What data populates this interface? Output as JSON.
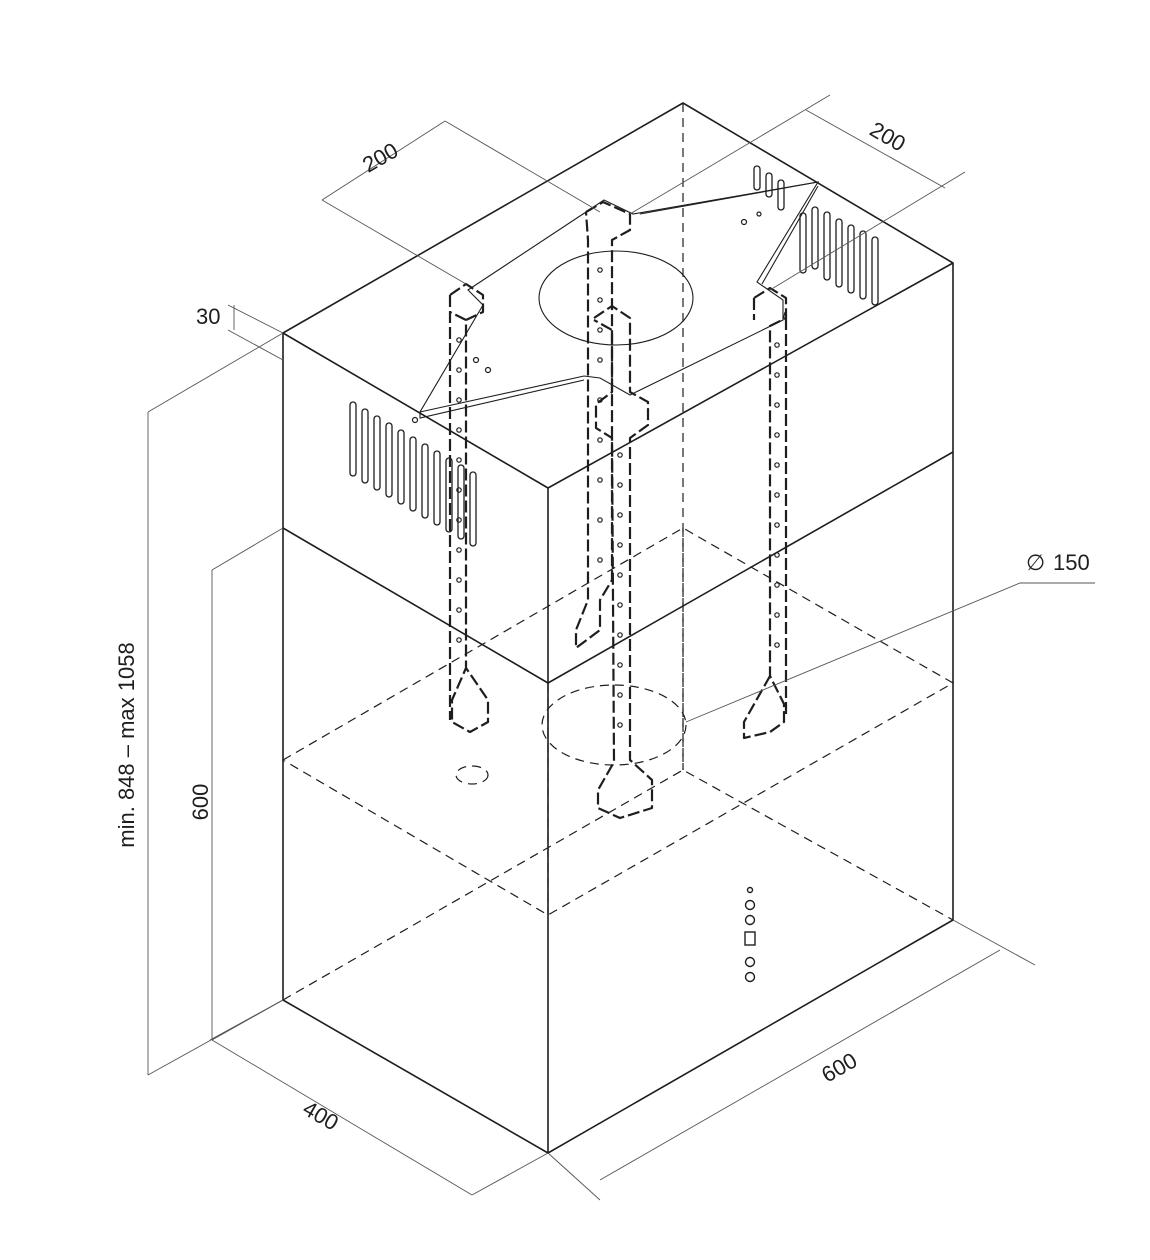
{
  "dimensions": {
    "top_left_offset": "200",
    "top_right_offset": "200",
    "upper_gap": "30",
    "total_height": "min. 848 – max 1058",
    "hood_height": "600",
    "hood_depth": "400",
    "hood_width": "600",
    "duct_diameter": "150"
  },
  "symbols": {
    "diameter": "∅"
  }
}
